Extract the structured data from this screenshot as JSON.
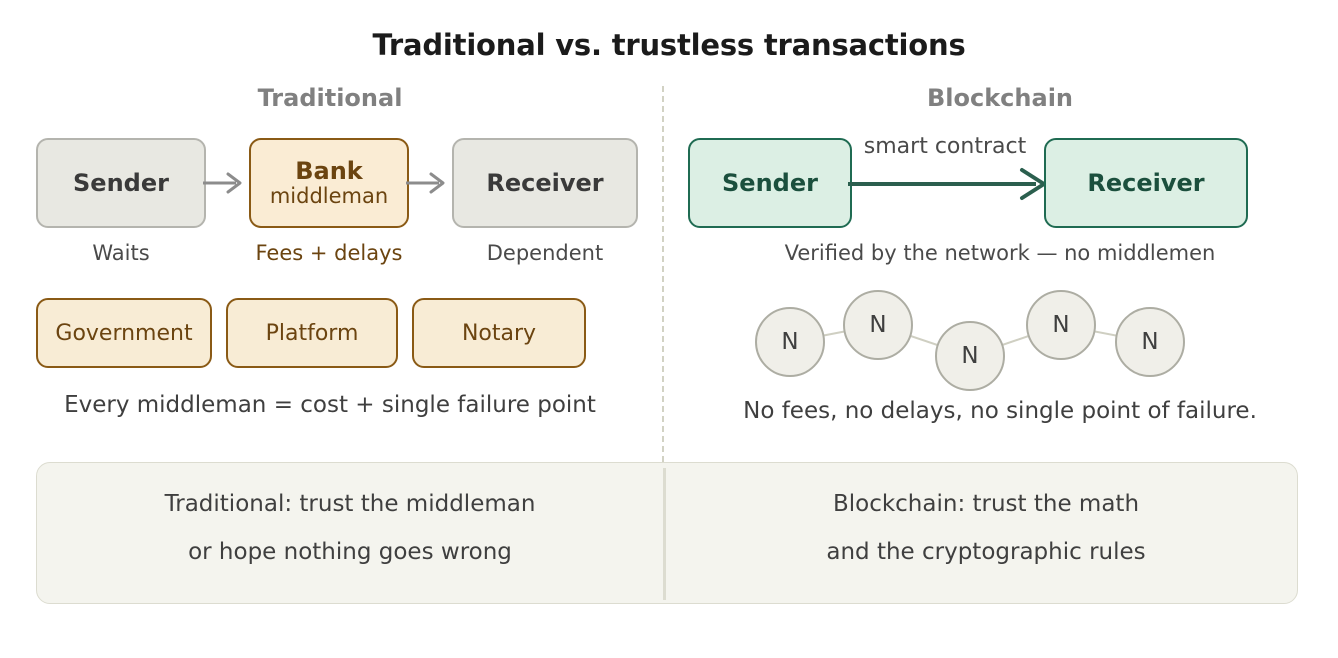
{
  "title": "Traditional vs. trustless transactions",
  "columns": {
    "left_header": "Traditional",
    "right_header": "Blockchain"
  },
  "traditional": {
    "flow": [
      {
        "title": "Sender",
        "sub": "",
        "caption": "Waits"
      },
      {
        "title": "Bank",
        "sub": "middleman",
        "caption": "Fees + delays"
      },
      {
        "title": "Receiver",
        "sub": "",
        "caption": "Dependent"
      }
    ],
    "arrow_1": "arrow-right",
    "arrow_2": "arrow-right",
    "middlemen": [
      "Government",
      "Platform",
      "Notary"
    ],
    "summary": "Every middleman = cost + single failure point"
  },
  "blockchain": {
    "flow": [
      {
        "title": "Sender"
      },
      {
        "title": "Receiver"
      }
    ],
    "arrow_label": "smart contract",
    "caption": "Verified by the network — no middlemen",
    "nodes": [
      {
        "label": "N"
      },
      {
        "label": "N"
      },
      {
        "label": "N"
      },
      {
        "label": "N"
      },
      {
        "label": "N"
      }
    ],
    "summary": "No fees, no delays, no single point of failure."
  },
  "bottom_panel": {
    "left_line_1": "Traditional: trust the middleman",
    "left_line_2": "or hope nothing goes wrong",
    "right_line_1": "Blockchain: trust the math",
    "right_line_2": "and the cryptographic rules"
  },
  "colors": {
    "title_text": "#1b1b1b",
    "header_gray": "#808080",
    "neutral_fill": "#e8e8e2",
    "neutral_border": "#b4b4ae",
    "bank_fill": "#faecd4",
    "bank_border": "#8a5a15",
    "bank_text": "#6b4410",
    "green_fill": "#dcefe4",
    "green_border": "#1f6b52",
    "green_arrow": "#2b5f4e",
    "gray_arrow": "#8c8c8c",
    "panel_fill": "#f4f4ee",
    "panel_border": "#dcdcd0",
    "divider": "#d2d2c4"
  }
}
